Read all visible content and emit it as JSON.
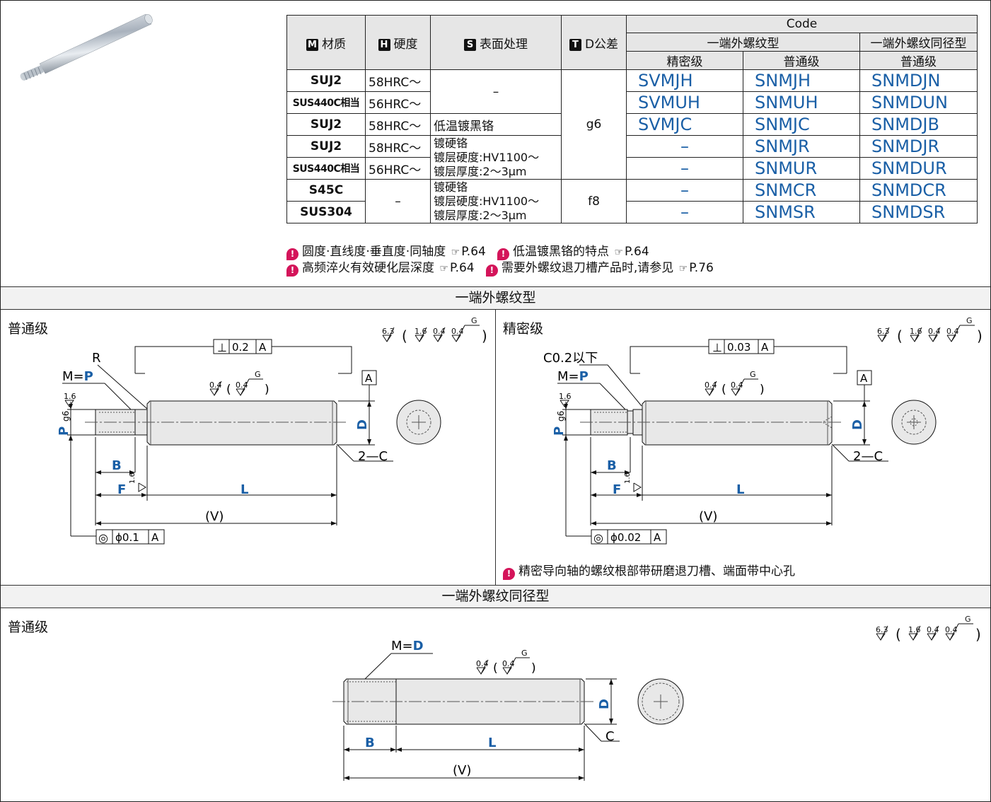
{
  "table": {
    "headers": {
      "material": "材质",
      "hardness": "硬度",
      "surface": "表面处理",
      "tolerance": "D公差",
      "code": "Code",
      "group1": "一端外螺纹型",
      "group2": "一端外螺纹同径型",
      "precision": "精密级",
      "normal1": "普通级",
      "normal2": "普通级"
    },
    "badges": {
      "m": "M",
      "h": "H",
      "s": "S",
      "t": "T"
    },
    "rows": [
      {
        "material": "SUJ2",
        "hardness": "58HRC～",
        "surface": "–",
        "tol": "g6",
        "precision": "SVMJH",
        "normal": "SNMJH",
        "same": "SNMDJN"
      },
      {
        "material": "SUS440C相当",
        "hardness": "56HRC～",
        "precision": "SVMUH",
        "normal": "SNMUH",
        "same": "SNMDUN"
      },
      {
        "material": "SUJ2",
        "hardness": "58HRC～",
        "surface": "低温镀黑铬",
        "precision": "SVMJC",
        "normal": "SNMJC",
        "same": "SNMDJB"
      },
      {
        "material": "SUJ2",
        "hardness": "58HRC～",
        "surface_l1": "镀硬铬",
        "surface_l2": "镀层硬度:HV1100～",
        "surface_l3": "镀层厚度:2～3μm",
        "precision": "–",
        "normal": "SNMJR",
        "same": "SNMDJR"
      },
      {
        "material": "SUS440C相当",
        "hardness": "56HRC～",
        "precision": "–",
        "normal": "SNMUR",
        "same": "SNMDUR"
      },
      {
        "material": "S45C",
        "hardness": "–",
        "surface_l1": "镀硬铬",
        "surface_l2": "镀层硬度:HV1100～",
        "surface_l3": "镀层厚度:2～3μm",
        "tol": "f8",
        "precision": "–",
        "normal": "SNMCR",
        "same": "SNMDCR"
      },
      {
        "material": "SUS304",
        "precision": "–",
        "normal": "SNMSR",
        "same": "SNMDSR"
      }
    ]
  },
  "notes": {
    "n1": "圆度·直线度·垂直度·同轴度",
    "n1p": "P.64",
    "n2": "低温镀黑铬的特点",
    "n2p": "P.64",
    "n3": "高频淬火有效硬化层深度",
    "n3p": "P.64",
    "n4": "需要外螺纹退刀槽产品时,请参见",
    "n4p": "P.76",
    "n5": "精密导向轴的螺纹根部带研磨退刀槽、端面带中心孔"
  },
  "sections": {
    "s1": "一端外螺纹型",
    "s2": "一端外螺纹同径型",
    "normal_label": "普通级",
    "precision_label": "精密级"
  },
  "drawing": {
    "dims": {
      "B": "B",
      "F": "F",
      "L": "L",
      "V": "(V)",
      "D": "D",
      "P": "P",
      "g6": "g6",
      "C": "C",
      "twoC": "2—C",
      "A": "A",
      "R": "R",
      "C02": "C0.2以下",
      "MeqP_M": "M=",
      "MeqD_M": "M="
    },
    "tol": {
      "perp1": "0.2",
      "perp2": "0.03",
      "conc1": "ϕ0.1",
      "conc2": "ϕ0.02",
      "perp_sym": "⊥",
      "conc_sym": "◎"
    },
    "rough": {
      "r63": "6.3",
      "r16": "1.6",
      "r04": "0.4",
      "g": "G"
    },
    "accent": "#1a5fa6"
  }
}
